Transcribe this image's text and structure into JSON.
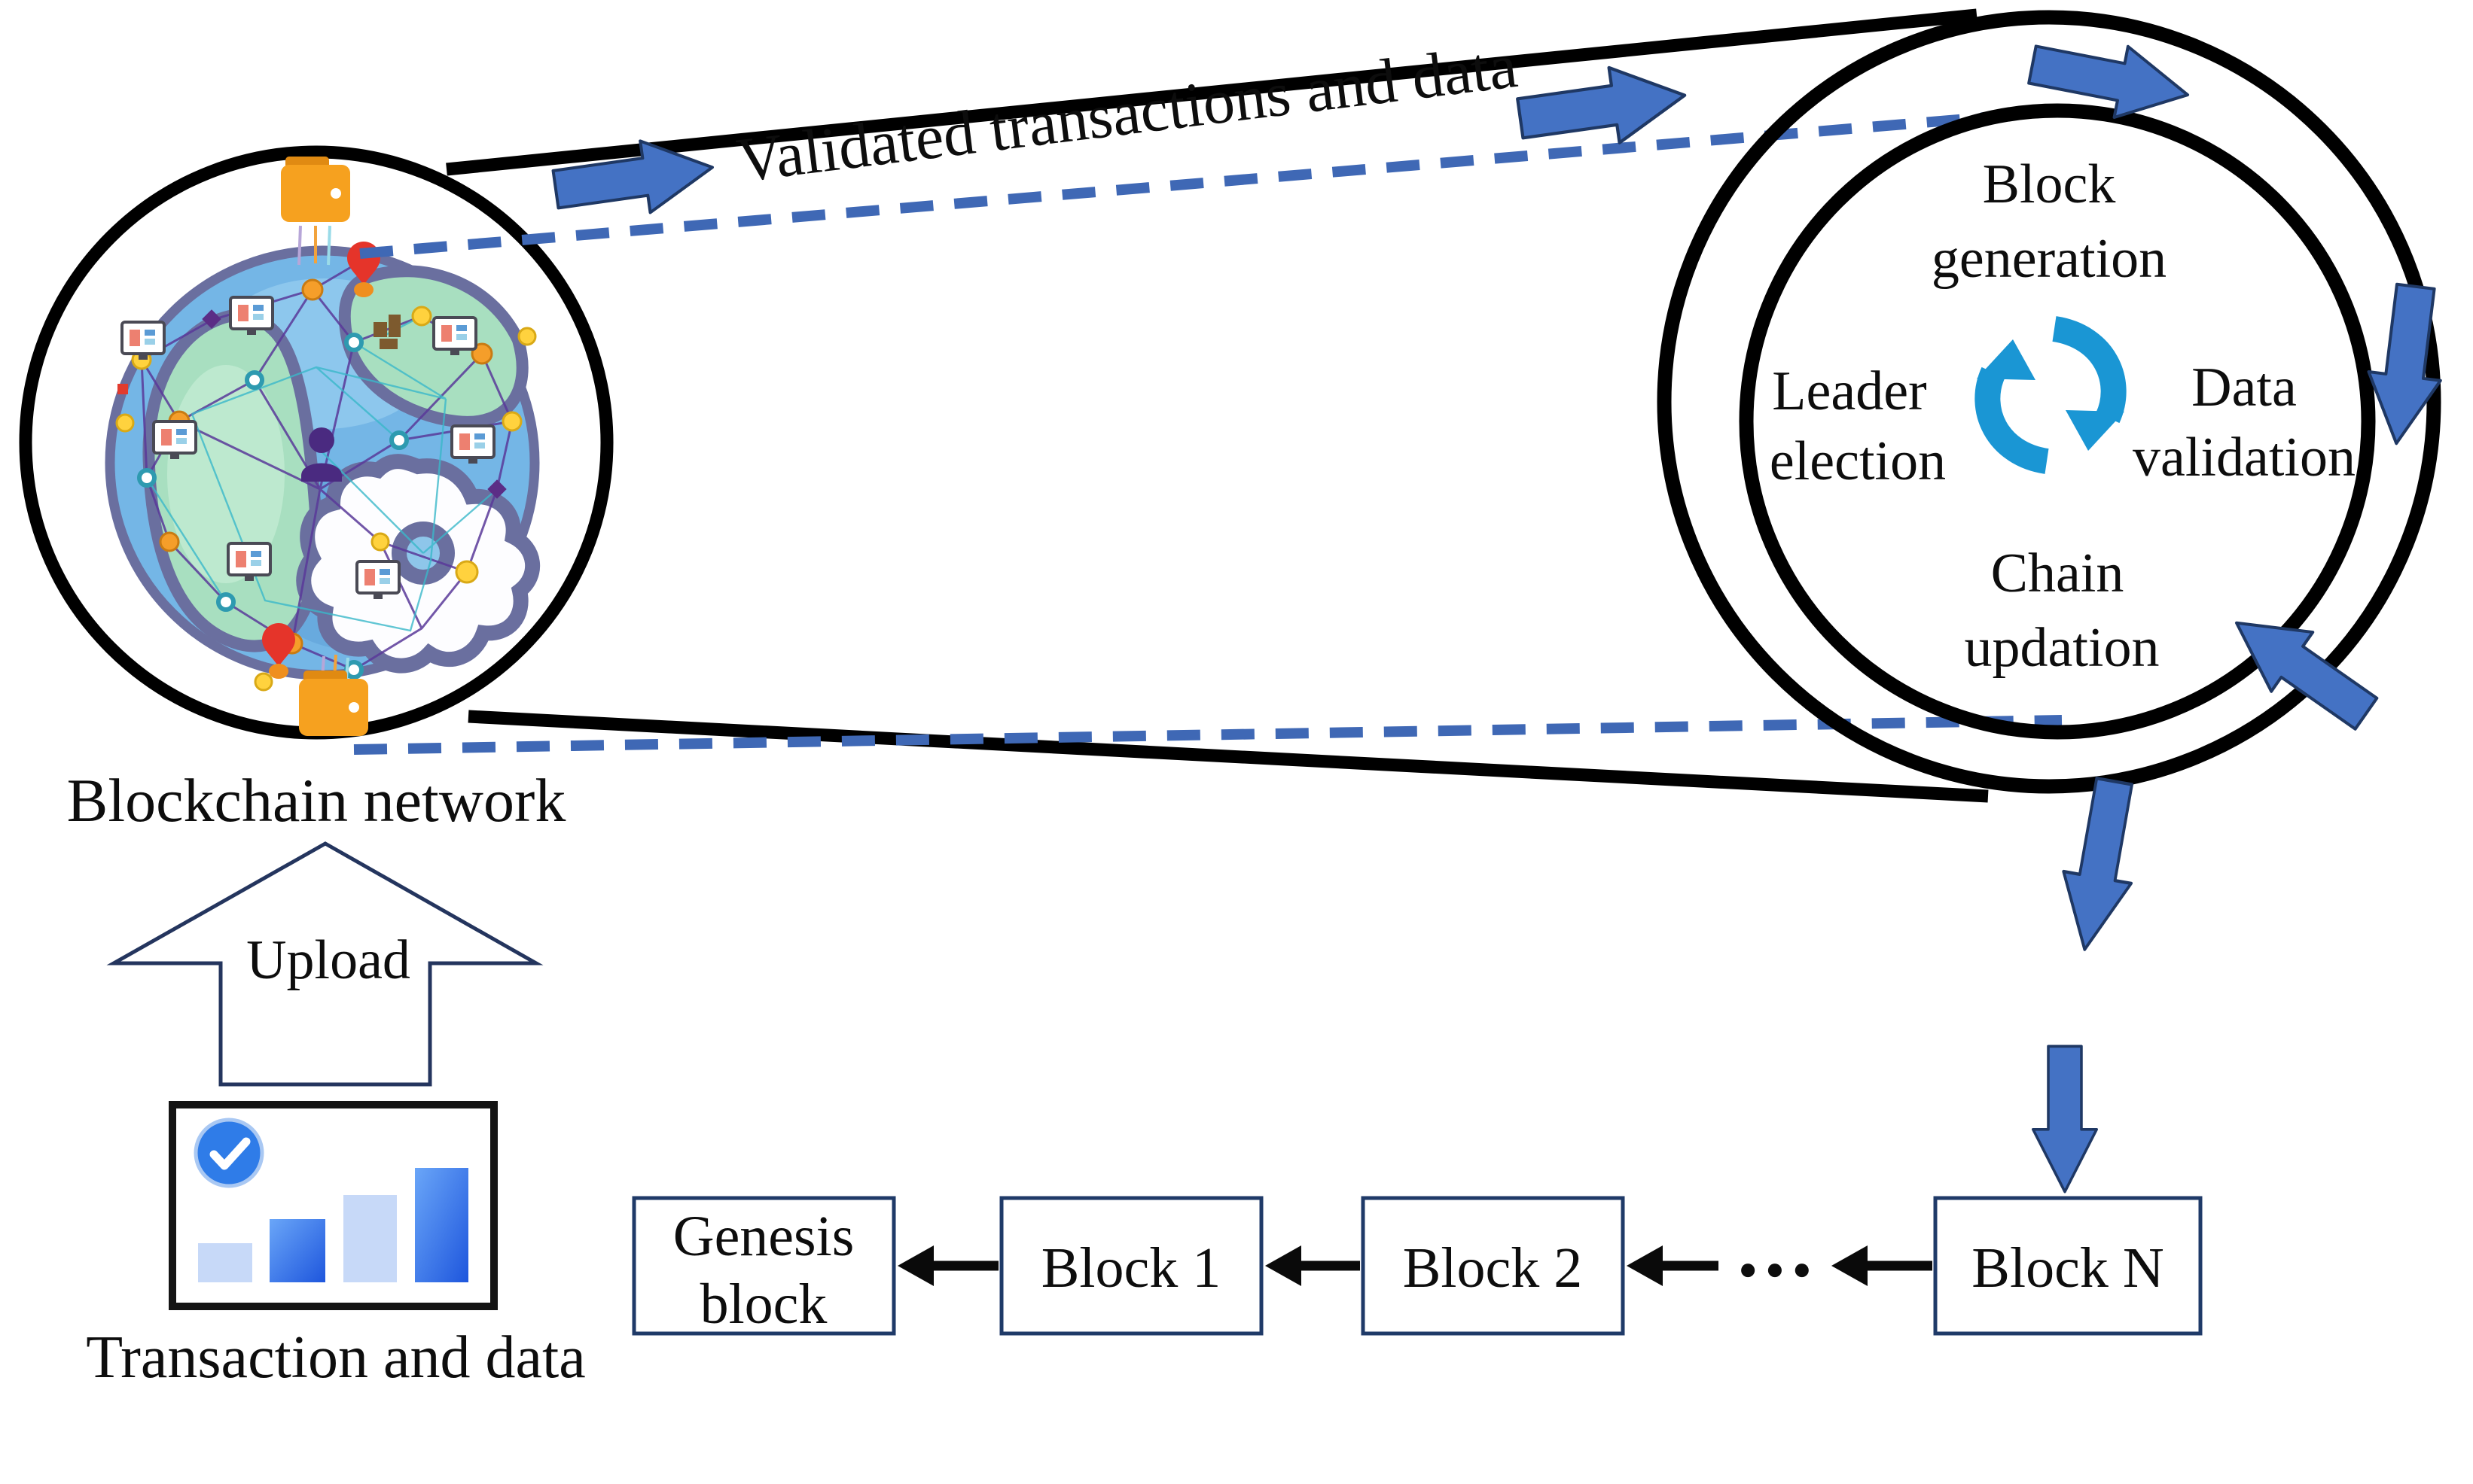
{
  "diagram": {
    "globe_label": "Blockchain network",
    "belt_label": "Validated transactions and data",
    "upload_label": "Upload",
    "transaction_label": "Transaction and data",
    "cycle": {
      "block_generation": [
        "Block",
        "generation"
      ],
      "leader_election": [
        "Leader",
        "election"
      ],
      "data_validation": [
        "Data",
        "validation"
      ],
      "chain_updation": [
        "Chain",
        "updation"
      ]
    },
    "chain": {
      "genesis_line1": "Genesis",
      "genesis_line2": "block",
      "block1": "Block 1",
      "block2": "Block 2",
      "blockN": "Block N",
      "ellipsis": "● ● ●"
    }
  },
  "icons": {
    "cycle": "sync-icon",
    "check": "check-circle-icon",
    "wallet": "wallet-icon",
    "pin": "location-pin-icon",
    "monitor": "computer-icon",
    "person": "user-icon",
    "building": "building-icon",
    "bars": "bar-chart-icon"
  },
  "colors": {
    "arrow_fill": "#4472c4",
    "arrow_stroke": "#1f3864",
    "dash": "#3f68b5",
    "belt": "#000000",
    "cycle_icon": "#1a96d4",
    "wallet": "#f6a11f",
    "globe": "#74b6e6",
    "globe_edge": "#6a6f9f",
    "land": "#a8dfc0",
    "check": "#2f7ce8",
    "box_stroke": "#1f3a68",
    "bar_light": "#c7d9f8",
    "text": "#0d0d0d"
  }
}
